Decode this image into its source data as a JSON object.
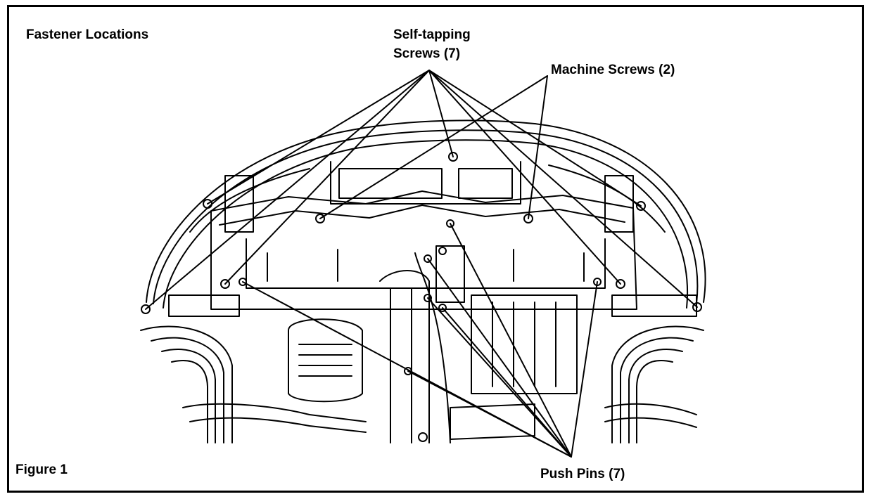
{
  "figure": {
    "title": "Fastener Locations",
    "caption": "Figure 1"
  },
  "callouts": {
    "self_tapping_line1": "Self-tapping",
    "self_tapping_line2": "Screws (7)",
    "machine_screws": "Machine Screws (2)",
    "push_pins": "Push Pins (7)"
  },
  "colors": {
    "ink": "#000000",
    "paper": "#ffffff"
  }
}
